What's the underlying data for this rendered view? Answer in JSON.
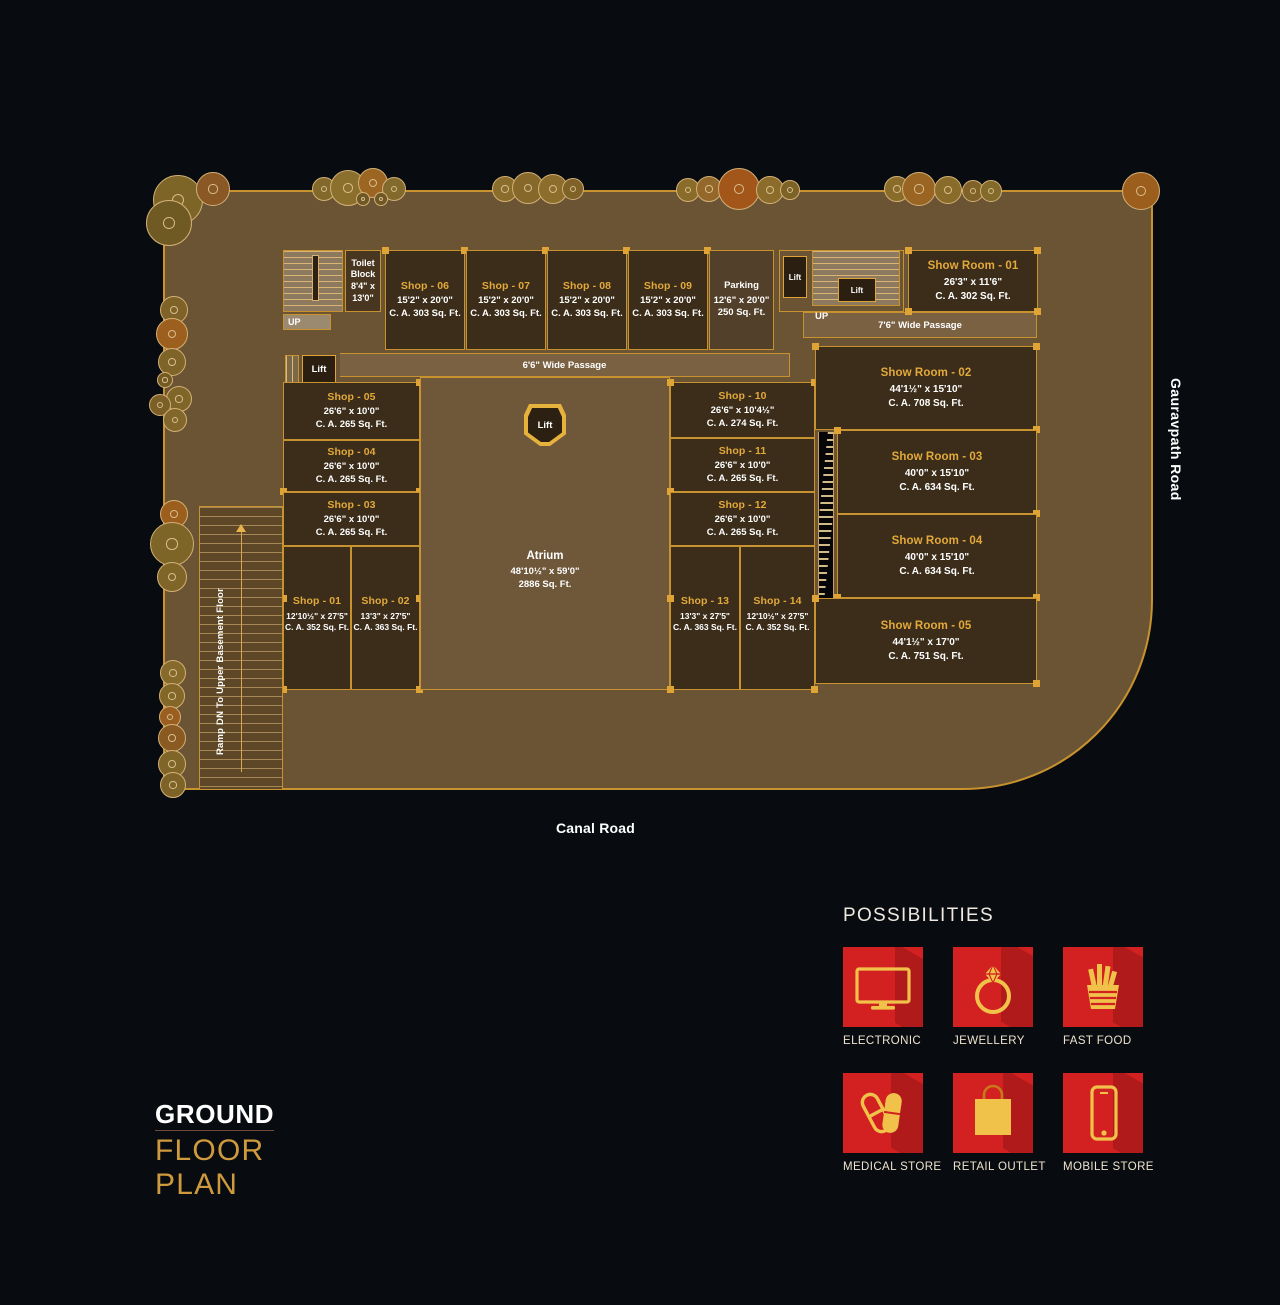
{
  "title_block": {
    "line1": "GROUND",
    "line2": "FLOOR",
    "line3": "PLAN"
  },
  "roads": {
    "right": "Gauravpath Road",
    "bottom": "Canal Road"
  },
  "plan": {
    "passages": {
      "lower": "6'6\" Wide Passage",
      "upper": "7'6\" Wide Passage"
    },
    "toilet_block": {
      "name": "Toilet Block",
      "dim": "8'4\" x 13'0\""
    },
    "ramp_label": "Ramp DN To Upper Basement Floor",
    "up_label_left": "UP",
    "up_label_right": "UP",
    "lift_labels": {
      "left": "Lift",
      "center": "Lift",
      "right_a": "Lift",
      "right_b": "Lift"
    },
    "parking": {
      "name": "Parking",
      "dim": "12'6\" x 20'0\"",
      "area": "250 Sq. Ft."
    },
    "atrium": {
      "name": "Atrium",
      "dim": "48'10½\" x 59'0\"",
      "area": "2886 Sq. Ft."
    },
    "units": [
      {
        "id": "shop-01",
        "name": "Shop - 01",
        "dim": "12'10½\" x 27'5\"",
        "area": "C. A. 352 Sq. Ft."
      },
      {
        "id": "shop-02",
        "name": "Shop - 02",
        "dim": "13'3\" x 27'5\"",
        "area": "C. A. 363 Sq. Ft."
      },
      {
        "id": "shop-03",
        "name": "Shop - 03",
        "dim": "26'6\" x 10'0\"",
        "area": "C. A. 265 Sq. Ft."
      },
      {
        "id": "shop-04",
        "name": "Shop - 04",
        "dim": "26'6\" x 10'0\"",
        "area": "C. A. 265 Sq. Ft."
      },
      {
        "id": "shop-05",
        "name": "Shop - 05",
        "dim": "26'6\" x 10'0\"",
        "area": "C. A. 265 Sq. Ft."
      },
      {
        "id": "shop-06",
        "name": "Shop - 06",
        "dim": "15'2\" x 20'0\"",
        "area": "C. A. 303 Sq. Ft."
      },
      {
        "id": "shop-07",
        "name": "Shop - 07",
        "dim": "15'2\" x 20'0\"",
        "area": "C. A. 303 Sq. Ft."
      },
      {
        "id": "shop-08",
        "name": "Shop - 08",
        "dim": "15'2\" x 20'0\"",
        "area": "C. A. 303 Sq. Ft."
      },
      {
        "id": "shop-09",
        "name": "Shop - 09",
        "dim": "15'2\" x 20'0\"",
        "area": "C. A. 303 Sq. Ft."
      },
      {
        "id": "shop-10",
        "name": "Shop - 10",
        "dim": "26'6\" x 10'4½\"",
        "area": "C. A. 274 Sq. Ft."
      },
      {
        "id": "shop-11",
        "name": "Shop - 11",
        "dim": "26'6\" x 10'0\"",
        "area": "C. A. 265 Sq. Ft."
      },
      {
        "id": "shop-12",
        "name": "Shop - 12",
        "dim": "26'6\" x 10'0\"",
        "area": "C. A. 265 Sq. Ft."
      },
      {
        "id": "shop-13",
        "name": "Shop - 13",
        "dim": "13'3\" x 27'5\"",
        "area": "C. A. 363 Sq. Ft."
      },
      {
        "id": "shop-14",
        "name": "Shop - 14",
        "dim": "12'10½\" x 27'5\"",
        "area": "C. A. 352 Sq. Ft."
      },
      {
        "id": "showroom-01",
        "name": "Show Room - 01",
        "dim": "26'3\" x 11'6\"",
        "area": "C. A. 302 Sq. Ft."
      },
      {
        "id": "showroom-02",
        "name": "Show Room - 02",
        "dim": "44'1½\" x 15'10\"",
        "area": "C. A. 708  Sq. Ft."
      },
      {
        "id": "showroom-03",
        "name": "Show Room - 03",
        "dim": "40'0\" x 15'10\"",
        "area": "C. A. 634  Sq. Ft."
      },
      {
        "id": "showroom-04",
        "name": "Show Room - 04",
        "dim": "40'0\" x 15'10\"",
        "area": "C. A. 634  Sq. Ft."
      },
      {
        "id": "showroom-05",
        "name": "Show Room - 05",
        "dim": "44'1½\" x 17'0\"",
        "area": "C. A. 751 Sq. Ft."
      }
    ]
  },
  "possibilities": {
    "heading": "POSSIBILITIES",
    "tile_color": "#d32020",
    "icon_color": "#f0c24a",
    "items": [
      {
        "icon": "television-icon",
        "label": "ELECTRONIC"
      },
      {
        "icon": "ring-icon",
        "label": "JEWELLERY"
      },
      {
        "icon": "fries-icon",
        "label": "FAST FOOD"
      },
      {
        "icon": "pills-icon",
        "label": "MEDICAL STORE"
      },
      {
        "icon": "shopping-bag-icon",
        "label": "RETAIL OUTLET"
      },
      {
        "icon": "smartphone-icon",
        "label": "MOBILE STORE"
      }
    ]
  },
  "palette": {
    "background": "#080c10",
    "plot_fill": "#6b5434",
    "outline": "#c8922e",
    "unit_fill": "#3b2d1a",
    "unit_title": "#e3a93a",
    "text": "#ffffff",
    "title_accent": "#cf9a3e"
  }
}
